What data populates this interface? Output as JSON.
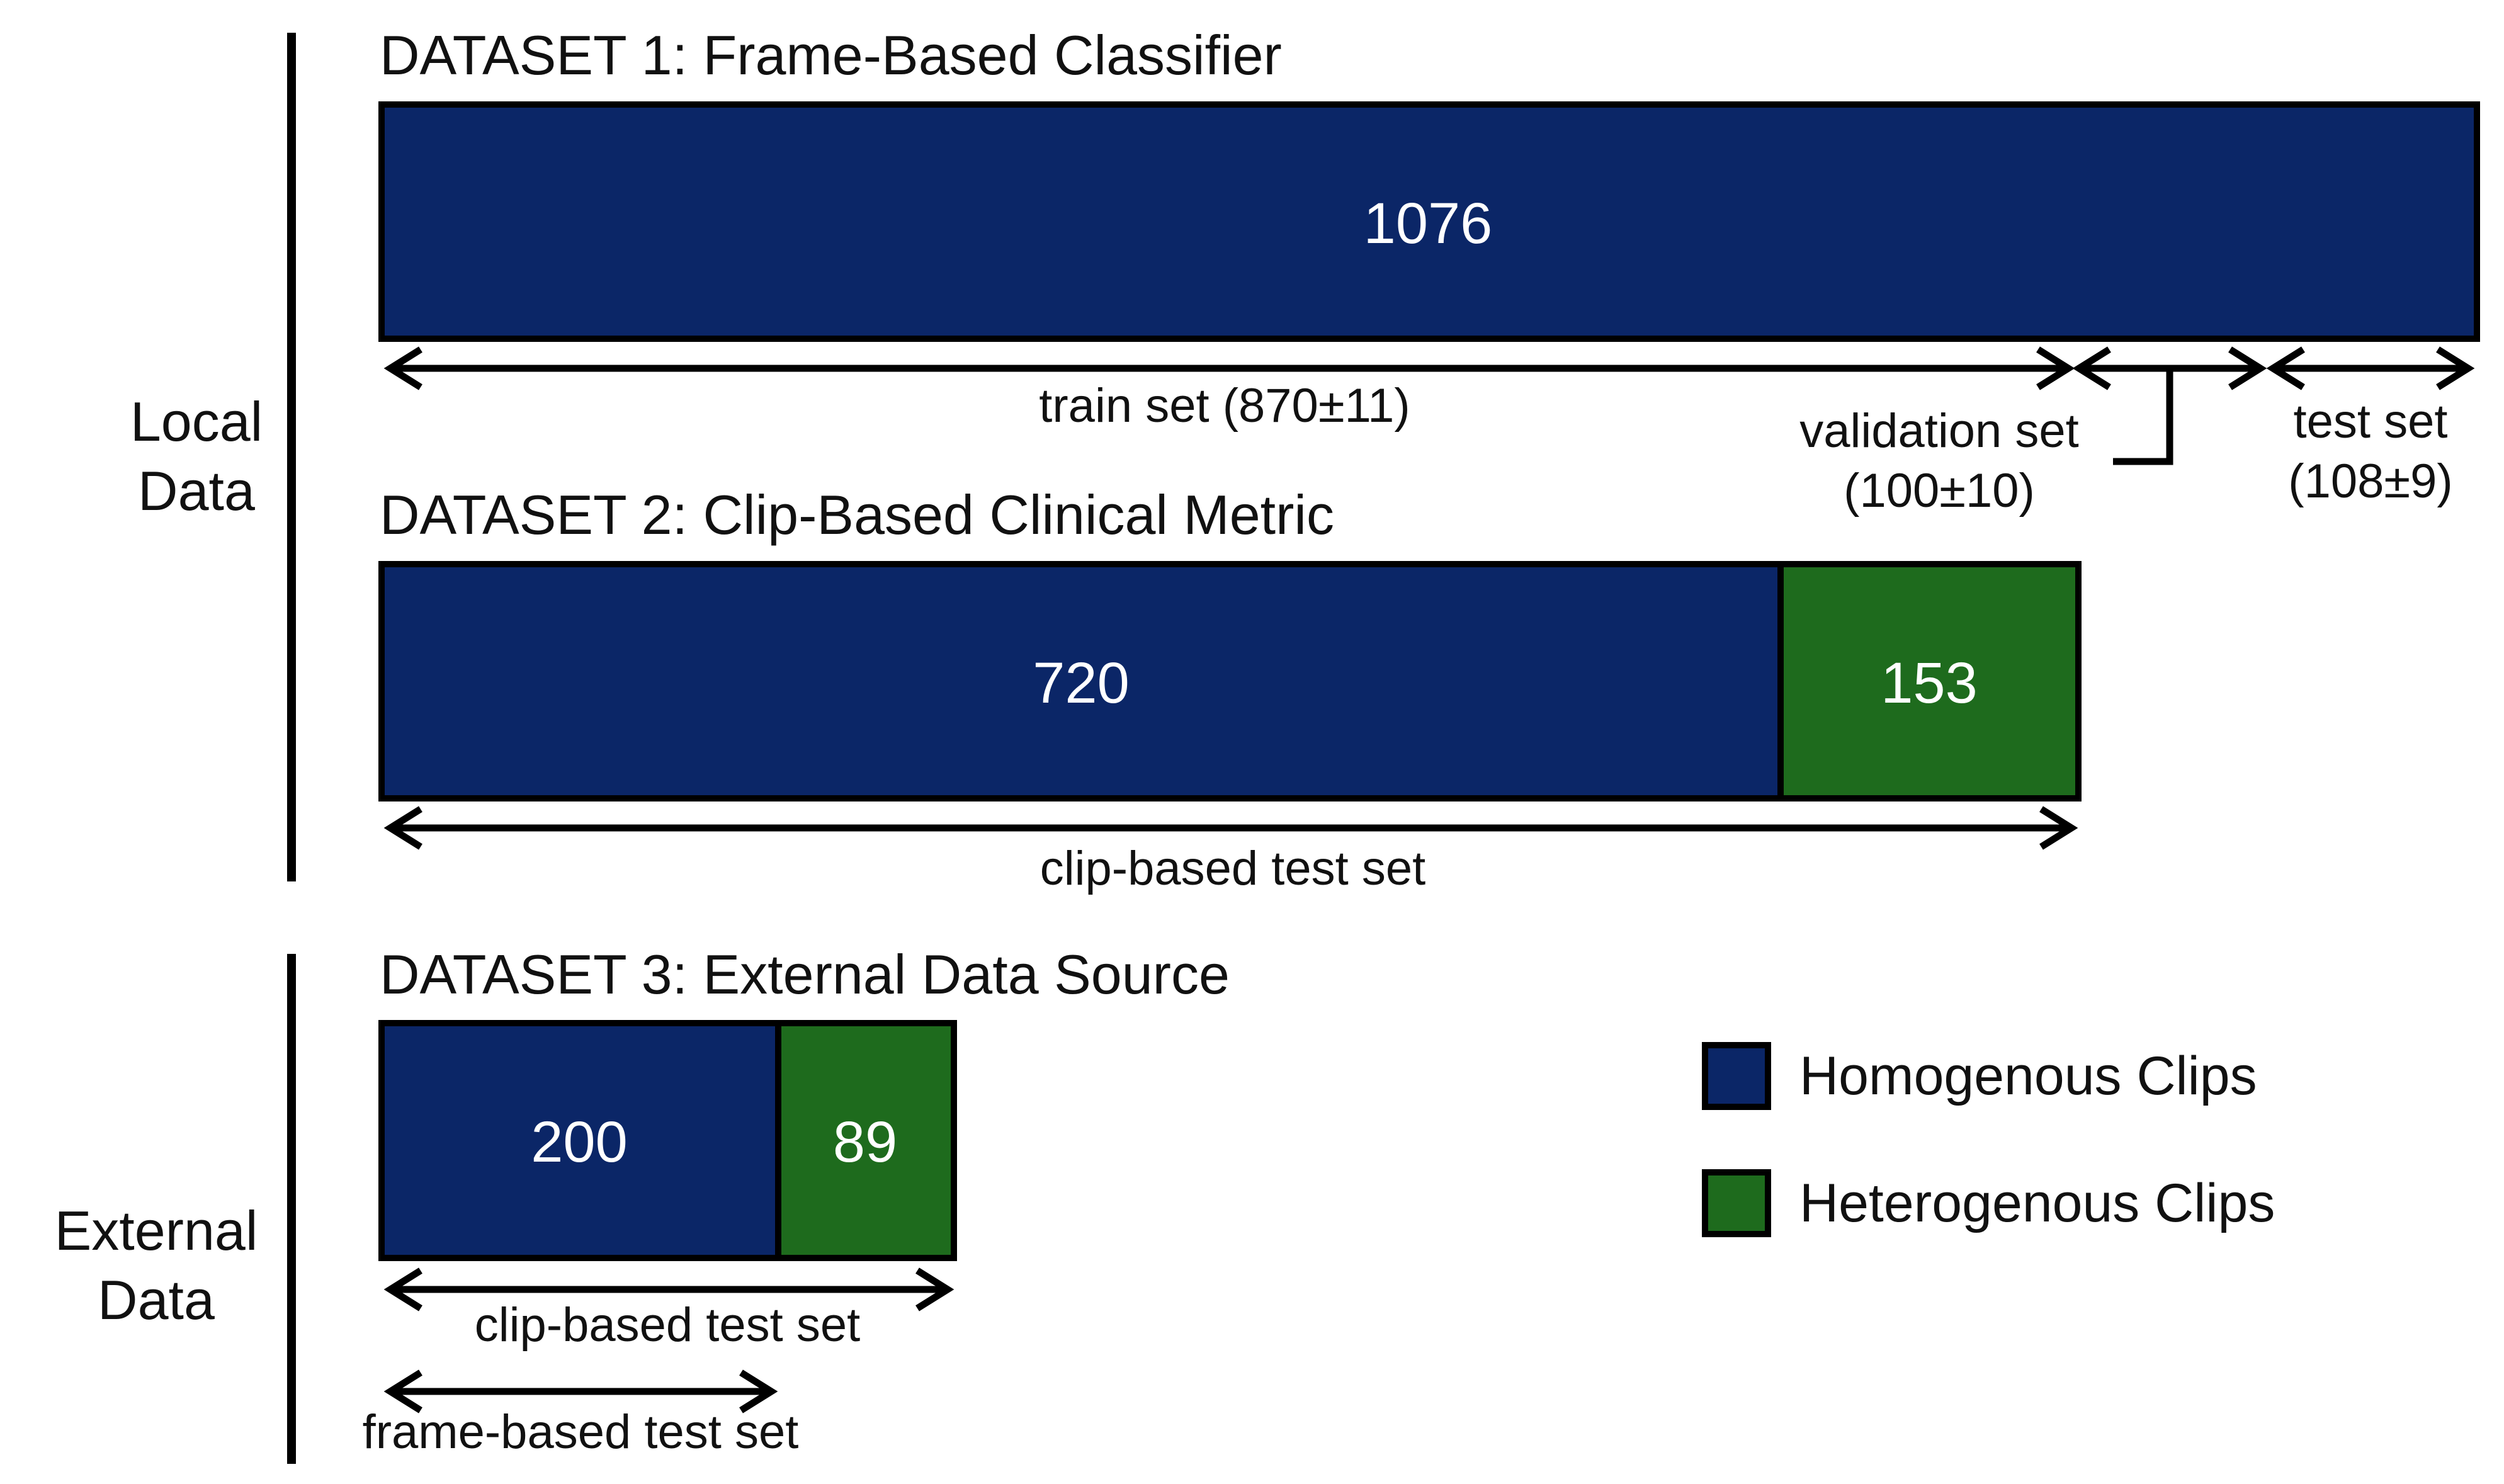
{
  "colors": {
    "homogenous": "#0b2667",
    "heterogenous": "#1e6b1d",
    "outline": "#000000",
    "text": "#111111"
  },
  "groups": {
    "local": {
      "line1": "Local",
      "line2": "Data"
    },
    "external": {
      "line1": "External",
      "line2": "Data"
    }
  },
  "datasets": {
    "d1": {
      "title": "DATASET 1: Frame-Based Classifier",
      "homogenous": 1076,
      "homogenous_label": "1076",
      "splits": {
        "train": {
          "label": "train set (870±11)"
        },
        "validation": {
          "line1": "validation set",
          "line2": "(100±10)"
        },
        "test": {
          "line1": "test set",
          "line2": "(108±9)"
        }
      }
    },
    "d2": {
      "title": "DATASET 2: Clip-Based Clinical Metric",
      "homogenous": 720,
      "homogenous_label": "720",
      "heterogenous": 153,
      "heterogenous_label": "153",
      "split_label": "clip-based test set"
    },
    "d3": {
      "title": "DATASET 3: External Data Source",
      "homogenous": 200,
      "homogenous_label": "200",
      "heterogenous": 89,
      "heterogenous_label": "89",
      "clip_split_label": "clip-based test set",
      "frame_split_label": "frame-based test set"
    }
  },
  "legend": {
    "items": [
      {
        "label": "Homogenous Clips",
        "color_key": "homogenous"
      },
      {
        "label": "Heterogenous Clips",
        "color_key": "heterogenous"
      }
    ]
  }
}
